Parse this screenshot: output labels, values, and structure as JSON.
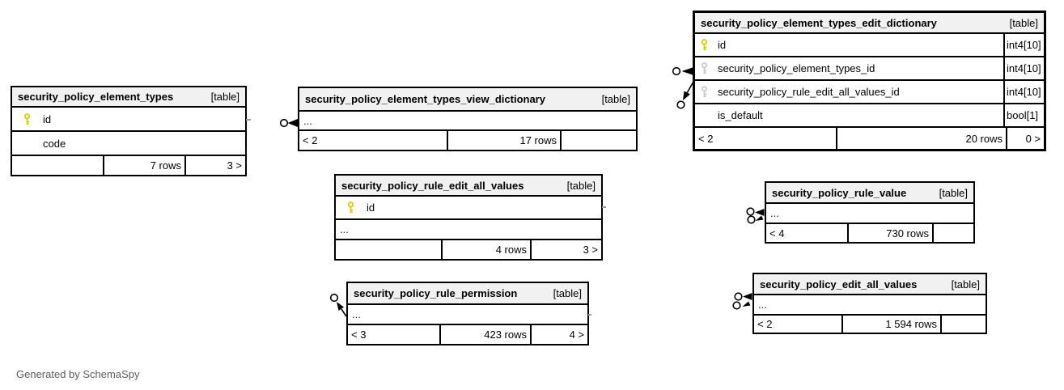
{
  "credit": "Generated by SchemaSpy",
  "colors": {
    "border": "#000000",
    "header_bg": "#f1f1f1",
    "row_bg": "#ffffff",
    "pk_key": "#cfcf04",
    "fk_key": "#c9c9c9",
    "credit_text": "#5c5c5c"
  },
  "icons": {
    "pk_key": "gold-key-icon",
    "fk_key": "gray-key-icon",
    "relationship_end": "hollow-circle-with-filled-arrowhead"
  },
  "tables": [
    {
      "name": "security_policy_element_types",
      "tag": "[table]",
      "emphasized": false,
      "rows": [
        {
          "kind": "column",
          "key": "pk",
          "name": "id",
          "type": ""
        },
        {
          "kind": "column",
          "key": "",
          "name": "code",
          "type": ""
        }
      ],
      "footer": {
        "left": "",
        "center": "7 rows",
        "right": "3 >"
      }
    },
    {
      "name": "security_policy_element_types_view_dictionary",
      "tag": "[table]",
      "emphasized": false,
      "rows": [
        {
          "kind": "ellipsis",
          "name": "..."
        }
      ],
      "footer": {
        "left": "< 2",
        "center": "17 rows",
        "right": ""
      }
    },
    {
      "name": "security_policy_rule_edit_all_values",
      "tag": "[table]",
      "emphasized": false,
      "rows": [
        {
          "kind": "column",
          "key": "pk",
          "name": "id",
          "type": ""
        },
        {
          "kind": "ellipsis",
          "name": "..."
        }
      ],
      "footer": {
        "left": "",
        "center": "4 rows",
        "right": "3 >"
      }
    },
    {
      "name": "security_policy_rule_permission",
      "tag": "[table]",
      "emphasized": false,
      "rows": [
        {
          "kind": "ellipsis",
          "name": "..."
        }
      ],
      "footer": {
        "left": "< 3",
        "center": "423 rows",
        "right": "4 >"
      }
    },
    {
      "name": "security_policy_element_types_edit_dictionary",
      "tag": "[table]",
      "emphasized": true,
      "rows": [
        {
          "kind": "column",
          "key": "pk",
          "name": "id",
          "type": "int4[10]"
        },
        {
          "kind": "column",
          "key": "fk",
          "name": "security_policy_element_types_id",
          "type": "int4[10]"
        },
        {
          "kind": "column",
          "key": "fk",
          "name": "security_policy_rule_edit_all_values_id",
          "type": "int4[10]"
        },
        {
          "kind": "column",
          "key": "",
          "name": "is_default",
          "type": "bool[1]"
        }
      ],
      "footer": {
        "left": "< 2",
        "center": "20 rows",
        "right": "0 >"
      }
    },
    {
      "name": "security_policy_rule_value",
      "tag": "[table]",
      "emphasized": false,
      "rows": [
        {
          "kind": "ellipsis",
          "name": "..."
        }
      ],
      "footer": {
        "left": "< 4",
        "center": "730 rows",
        "right": ""
      }
    },
    {
      "name": "security_policy_edit_all_values",
      "tag": "[table]",
      "emphasized": false,
      "rows": [
        {
          "kind": "ellipsis",
          "name": "..."
        }
      ],
      "footer": {
        "left": "< 2",
        "center": "1 594 rows",
        "right": ""
      }
    }
  ]
}
